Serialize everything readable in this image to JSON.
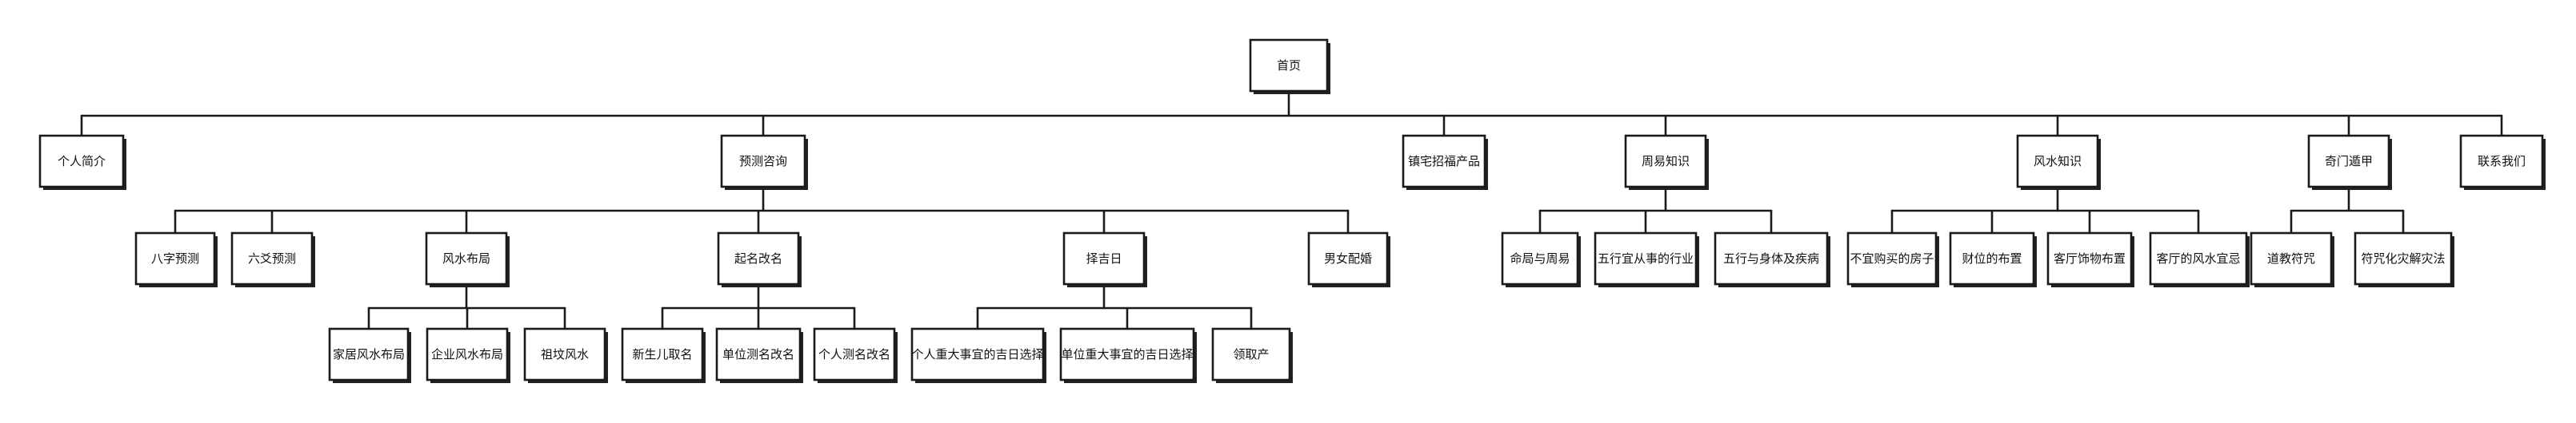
{
  "sitemap": {
    "root": "首页",
    "level1": [
      "个人简介",
      "预测咨询",
      "镇宅招福产品",
      "周易知识",
      "风水知识",
      "奇门遁甲",
      "联系我们"
    ],
    "prediction_children": [
      "八字预测",
      "六爻预测",
      "风水布局",
      "起名改名",
      "择吉日",
      "男女配婚"
    ],
    "zhouyi_children": [
      "命局与周易",
      "五行宜从事的行业",
      "五行与身体及疾病"
    ],
    "fengshui_children": [
      "不宜购买的房子",
      "财位的布置",
      "客厅饰物布置",
      "客厅的风水宜忌"
    ],
    "qimen_children": [
      "道教符咒",
      "符咒化灾解灾法"
    ],
    "layout_children": [
      "家居风水布局",
      "企业风水布局",
      "祖坟风水"
    ],
    "naming_children": [
      "新生儿取名",
      "单位测名改名",
      "个人测名改名"
    ],
    "date_children": [
      "个人重大事宜的吉日选择",
      "单位重大事宜的吉日选择",
      "领取产"
    ]
  }
}
